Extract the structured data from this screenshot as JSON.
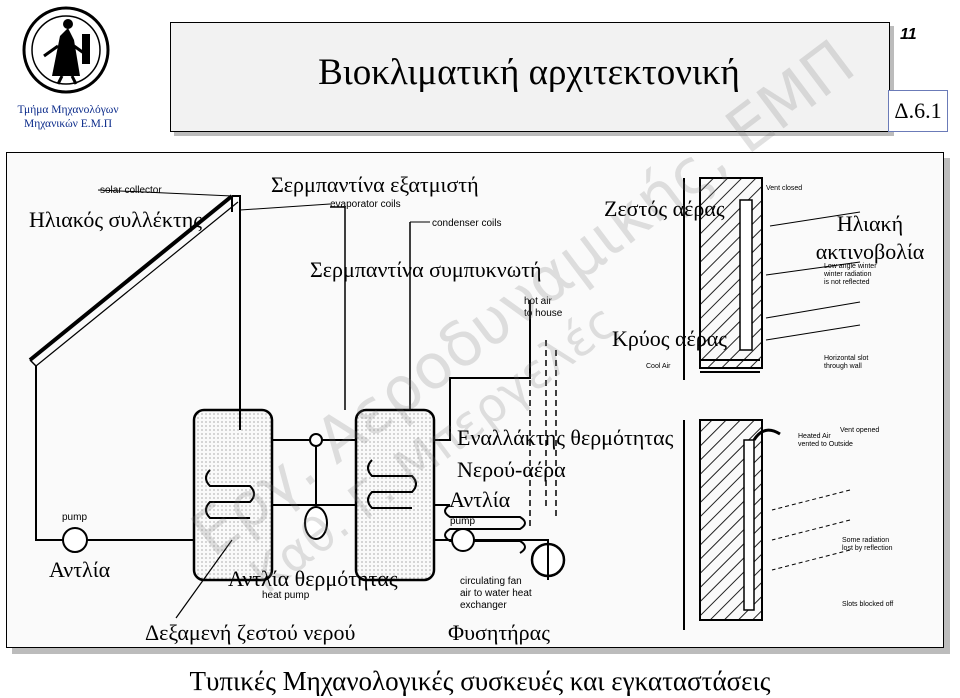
{
  "header": {
    "department": "Τμήμα Μηχανολόγων Μηχανικών Ε.Μ.Π",
    "title": "Βιοκλιματική αρχιτεκτονική",
    "page_number": "11",
    "section_code": "Δ.6.1"
  },
  "watermark": {
    "line1": "Εργ. Αεροδυναμικής, ΕΜΠ",
    "line2": "Καθ. Γ. Μπεργελές"
  },
  "labels": {
    "solar_collector": "Ηλιακός συλλέκτης",
    "evaporator": "Σερμπαντίνα εξατμιστή",
    "condenser": "Σερμπαντίνα συμπυκνωτή",
    "hot_air": "Ζεστός αέρας",
    "solar_radiation_1": "Ηλιακή",
    "solar_radiation_2": "ακτινοβολία",
    "cold_air": "Κρύος αέρας",
    "heat_exchanger": "Εναλλάκτης θερμότητας",
    "water_air": "Νερού-αέρα",
    "pump_right": "Αντλία",
    "pump_left": "Αντλία",
    "heat_pump": "Αντλία θερμότητας",
    "hot_water_tank": "Δεξαμενή ζεστού νερού",
    "fan": "Φυσητήρας"
  },
  "english_labels": {
    "solar_collector": "solar collector",
    "evaporator_coils": "evaporator coils",
    "condenser_coils": "condenser coils",
    "hot_air_to_house_1": "hot air",
    "hot_air_to_house_2": "to house",
    "pump_1": "pump",
    "pump_2": "pump",
    "heat_pump": "heat pump",
    "fan_1": "circulating fan",
    "fan_2": "air to water heat",
    "fan_3": "exchanger",
    "vent_closed": "Vent closed",
    "low_angle_1": "Low angle winter",
    "low_angle_2": "winter radiation",
    "low_angle_3": "is not reflected",
    "horizontal_slot_1": "Horizontal slot",
    "horizontal_slot_2": "through wall",
    "cool_air": "Cool Air",
    "vent_opened": "Vent opened",
    "heated_air_1": "Heated Air",
    "heated_air_2": "vented to Outside",
    "some_radiation_1": "Some radiation",
    "some_radiation_2": "lost by reflection",
    "slots_blocked": "Slots blocked off"
  },
  "footer": "Τυπικές Μηχανολογικές συσκευές και εγκαταστάσεις"
}
